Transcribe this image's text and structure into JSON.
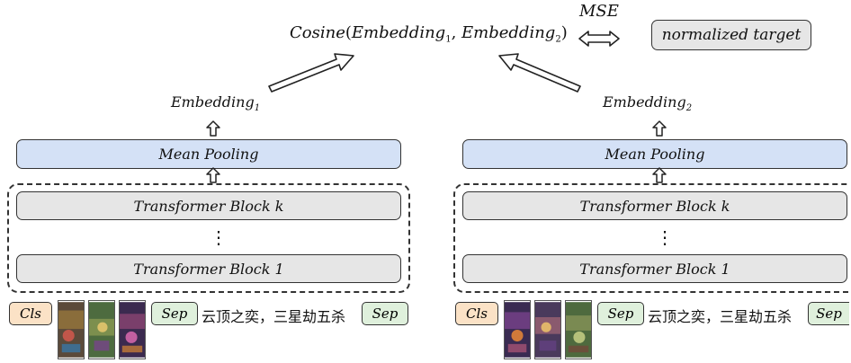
{
  "top": {
    "cosine_fn": "Cosine",
    "cosine_arg1": "Embedding",
    "cosine_sub1": "1",
    "cosine_arg2": "Embedding",
    "cosine_sub2": "2",
    "loss": "MSE",
    "target": "normalized target"
  },
  "left": {
    "embedding": "Embedding",
    "embedding_sub": "1",
    "pooling": "Mean Pooling",
    "block_top": "Transformer Block k",
    "block_bottom": "Transformer Block 1",
    "ellipsis": "⋮",
    "cls": "Cls",
    "sep1": "Sep",
    "text": "云顶之奕，三星劫五杀",
    "sep2": "Sep"
  },
  "right": {
    "embedding": "Embedding",
    "embedding_sub": "2",
    "pooling": "Mean Pooling",
    "block_top": "Transformer Block k",
    "block_bottom": "Transformer Block 1",
    "ellipsis": "⋮",
    "cls": "Cls",
    "sep1": "Sep",
    "text": "云顶之奕，三星劫五杀",
    "sep2": "Sep"
  },
  "colors": {
    "pooling_fill": "#d4e1f6",
    "block_fill": "#e6e6e6",
    "cls_fill": "#fbe2c6",
    "sep_fill": "#dff0dc",
    "target_fill": "#e6e6e6"
  }
}
